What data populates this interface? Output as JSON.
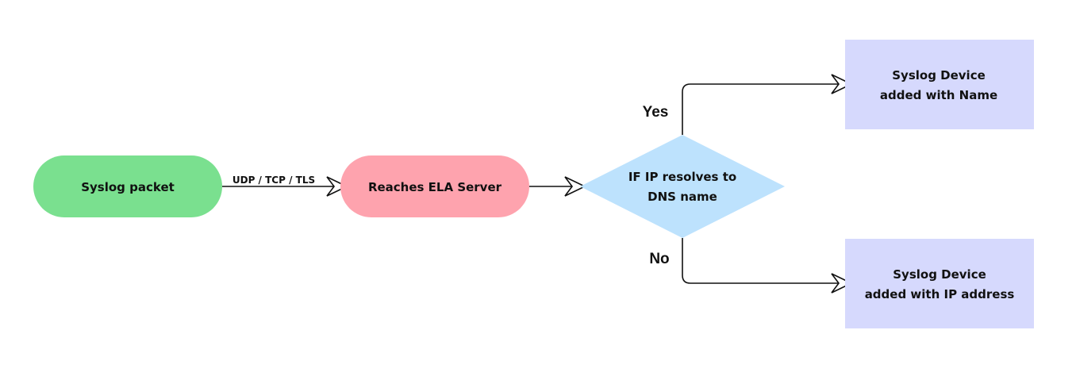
{
  "colors": {
    "start_fill": "#7ae08f",
    "server_fill": "#fea3ae",
    "decision_fill": "#bde2fd",
    "result_fill": "#d6d9fd",
    "line": "#111111"
  },
  "nodes": {
    "syslog_packet": "Syslog packet",
    "ela_server": "Reaches ELA Server",
    "decision": {
      "line1": "IF IP resolves to",
      "line2": "DNS name"
    },
    "result_name": {
      "line1": "Syslog Device",
      "line2": "added with Name"
    },
    "result_ip": {
      "line1": "Syslog Device",
      "line2": "added with IP address"
    }
  },
  "edges": {
    "protocol_label": "UDP / TCP / TLS",
    "yes_label": "Yes",
    "no_label": "No"
  }
}
